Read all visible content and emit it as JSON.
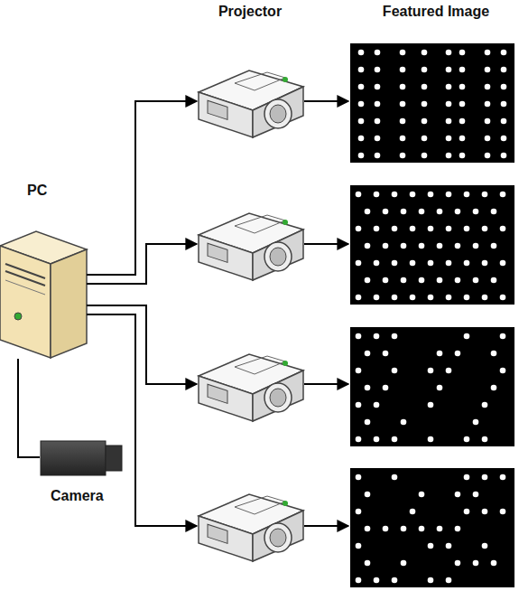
{
  "diagram": {
    "nodes": [
      {
        "text": [
          "PC"
        ]
      },
      {
        "text": [
          "Camera"
        ]
      }
    ],
    "edges": [
      {
        "from": 0,
        "to": 1,
        "arrow": "none"
      }
    ],
    "labels": [
      "Projector",
      "Featured Image"
    ]
  }
}
